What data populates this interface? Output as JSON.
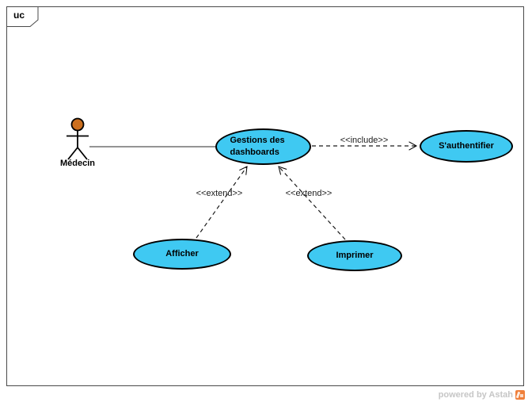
{
  "frame": {
    "tag": "uc"
  },
  "actor": {
    "label": "Médecin",
    "head_color": "#cc6f1e"
  },
  "use_cases": [
    {
      "id": "gestions-dashboards",
      "label": "Gestions des dashboards"
    },
    {
      "id": "authentifier",
      "label": "S'authentifier"
    },
    {
      "id": "afficher",
      "label": "Afficher"
    },
    {
      "id": "imprimer",
      "label": "Imprimer"
    }
  ],
  "connectors": {
    "include_label": "<<include>>",
    "extend_left_label": "<<extend>>",
    "extend_right_label": "<<extend>>"
  },
  "watermark": {
    "text": "powered by Astah",
    "text_color": "#c6c6c6",
    "logo_color": "#ef7f3a"
  },
  "colors": {
    "usecase_fill": "#3fc9f2",
    "usecase_border": "#000000",
    "frame_border": "#4a4a4a"
  }
}
